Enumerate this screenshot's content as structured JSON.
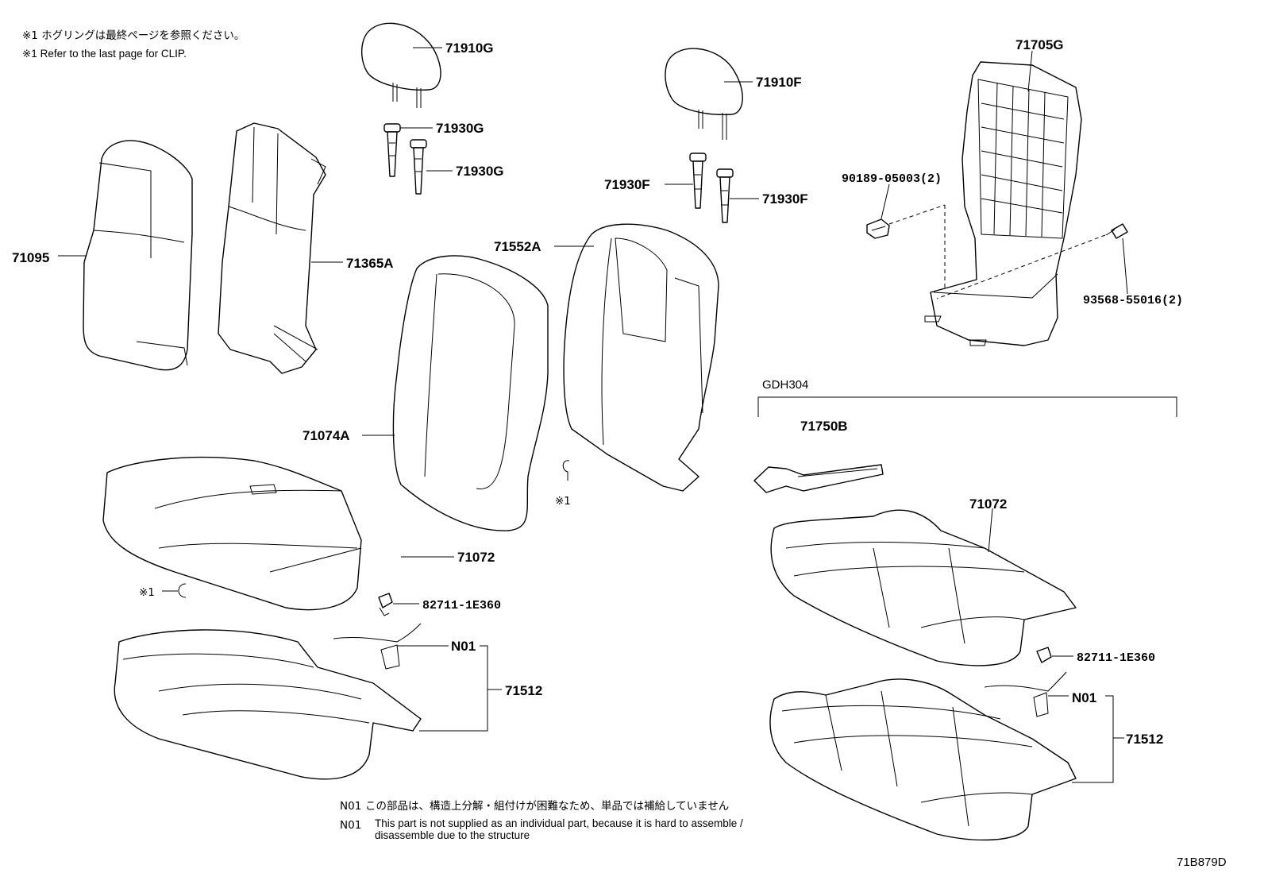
{
  "notes": {
    "clip_jp": "※1 ホグリングは最終ページを参照ください。",
    "clip_en": "※1 Refer to the last page for CLIP.",
    "n01_code_1": "N01",
    "n01_jp": "この部品は、構造上分解・組付けが困難なため、単品では補給していません",
    "n01_code_2": "N01",
    "n01_en_1": "This part is not supplied as an individual part, because it is hard to assemble /",
    "n01_en_2": "disassemble due to the structure"
  },
  "group": {
    "label": "GDH304"
  },
  "parts": {
    "p71910G": "71910G",
    "p71930G_a": "71930G",
    "p71930G_b": "71930G",
    "p71910F": "71910F",
    "p71930F_a": "71930F",
    "p71930F_b": "71930F",
    "p71705G": "71705G",
    "p90189": "90189-05003(2)",
    "p93568": "93568-55016(2)",
    "p71095": "71095",
    "p71365A": "71365A",
    "p71552A": "71552A",
    "p71074A": "71074A",
    "p71750B": "71750B",
    "p71072_left": "71072",
    "p71072_right": "71072",
    "p82711_left": "82711-1E360",
    "p82711_right": "82711-1E360",
    "pN01_left": "N01",
    "pN01_right": "N01",
    "p71512_left": "71512",
    "p71512_right": "71512"
  },
  "clip_marks": {
    "mid": "※1",
    "left": "※1"
  },
  "diagram_code": "71B879D"
}
